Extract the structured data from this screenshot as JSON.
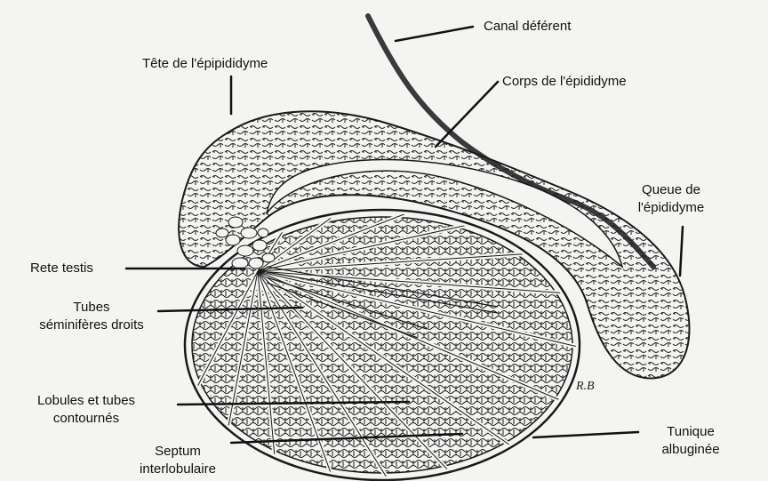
{
  "colors": {
    "paper": "#f4f4f2",
    "ink": "#1a1a1a",
    "duct": "#3a3a3a"
  },
  "labels": {
    "canal_deferent": "Canal déférent",
    "tete_epididyme": "Tête de l'épipididyme",
    "corps_epididyme": "Corps de l'épididyme",
    "queue_line1": "Queue de",
    "queue_line2": "l'épididyme",
    "rete_testis": "Rete testis",
    "tubes_line1": "Tubes",
    "tubes_line2": "séminifères droits",
    "lobules_line1": "Lobules et tubes",
    "lobules_line2": "contournés",
    "septum_line1": "Septum",
    "septum_line2": "interlobulaire",
    "tunique_line1": "Tunique",
    "tunique_line2": "albuginée",
    "signature": "R.B"
  }
}
